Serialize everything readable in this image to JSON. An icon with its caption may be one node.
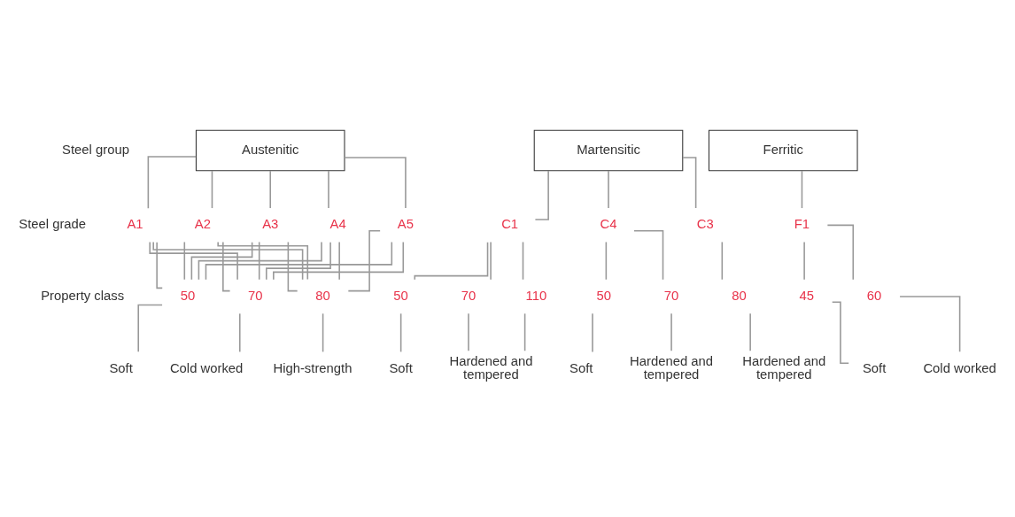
{
  "diagram": {
    "nodes": [
      {
        "text": [
          "Austenitic"
        ]
      },
      {
        "text": [
          "Martensitic"
        ]
      },
      {
        "text": [
          "Ferritic"
        ]
      },
      {
        "text": [
          "A1"
        ]
      },
      {
        "text": [
          "A2"
        ]
      },
      {
        "text": [
          "A3"
        ]
      },
      {
        "text": [
          "A4"
        ]
      },
      {
        "text": [
          "A5"
        ]
      },
      {
        "text": [
          "C1"
        ]
      },
      {
        "text": [
          "C4"
        ]
      },
      {
        "text": [
          "C3"
        ]
      },
      {
        "text": [
          "F1"
        ]
      },
      {
        "text": [
          "50"
        ]
      },
      {
        "text": [
          "70"
        ]
      },
      {
        "text": [
          "80"
        ]
      },
      {
        "text": [
          "50"
        ]
      },
      {
        "text": [
          "70"
        ]
      },
      {
        "text": [
          "110"
        ]
      },
      {
        "text": [
          "50"
        ]
      },
      {
        "text": [
          "70"
        ]
      },
      {
        "text": [
          "80"
        ]
      },
      {
        "text": [
          "45"
        ]
      },
      {
        "text": [
          "60"
        ]
      },
      {
        "text": [
          "Soft"
        ]
      },
      {
        "text": [
          "Cold worked"
        ]
      },
      {
        "text": [
          "High-strength"
        ]
      },
      {
        "text": [
          "Soft"
        ]
      },
      {
        "text": [
          "Hardened and tempered"
        ]
      },
      {
        "text": [
          "Soft"
        ]
      },
      {
        "text": [
          "Hardened and tempered"
        ]
      },
      {
        "text": [
          "Hardened and tempered"
        ]
      },
      {
        "text": [
          "Soft"
        ]
      },
      {
        "text": [
          "Cold worked"
        ]
      }
    ],
    "edges": [
      {
        "from": 0,
        "to": 3,
        "arrow": "none"
      },
      {
        "from": 0,
        "to": 4,
        "arrow": "none"
      },
      {
        "from": 0,
        "to": 5,
        "arrow": "none"
      },
      {
        "from": 0,
        "to": 6,
        "arrow": "none"
      },
      {
        "from": 0,
        "to": 7,
        "arrow": "none"
      },
      {
        "from": 3,
        "to": 12,
        "arrow": "none"
      },
      {
        "from": 3,
        "to": 13,
        "arrow": "none"
      },
      {
        "from": 3,
        "to": 14,
        "arrow": "none"
      },
      {
        "from": 4,
        "to": 12,
        "arrow": "none"
      },
      {
        "from": 4,
        "to": 13,
        "arrow": "none"
      },
      {
        "from": 4,
        "to": 14,
        "arrow": "none"
      },
      {
        "from": 5,
        "to": 12,
        "arrow": "none"
      },
      {
        "from": 5,
        "to": 13,
        "arrow": "none"
      },
      {
        "from": 5,
        "to": 14,
        "arrow": "none"
      },
      {
        "from": 6,
        "to": 12,
        "arrow": "none"
      },
      {
        "from": 6,
        "to": 13,
        "arrow": "none"
      },
      {
        "from": 6,
        "to": 14,
        "arrow": "none"
      },
      {
        "from": 7,
        "to": 12,
        "arrow": "none"
      },
      {
        "from": 7,
        "to": 13,
        "arrow": "none"
      },
      {
        "from": 7,
        "to": 14,
        "arrow": "none"
      },
      {
        "from": 1,
        "to": 8,
        "arrow": "none"
      },
      {
        "from": 1,
        "to": 9,
        "arrow": "none"
      },
      {
        "from": 1,
        "to": 10,
        "arrow": "none"
      },
      {
        "from": 2,
        "to": 11,
        "arrow": "none"
      },
      {
        "from": 8,
        "to": 15,
        "arrow": "none"
      },
      {
        "from": 8,
        "to": 16,
        "arrow": "none"
      },
      {
        "from": 8,
        "to": 17,
        "arrow": "none"
      },
      {
        "from": 9,
        "to": 18,
        "arrow": "none"
      },
      {
        "from": 9,
        "to": 19,
        "arrow": "none"
      },
      {
        "from": 10,
        "to": 20,
        "arrow": "none"
      },
      {
        "from": 11,
        "to": 21,
        "arrow": "none"
      },
      {
        "from": 11,
        "to": 22,
        "arrow": "none"
      },
      {
        "from": 12,
        "to": 23,
        "arrow": "none"
      },
      {
        "from": 13,
        "to": 24,
        "arrow": "none"
      },
      {
        "from": 14,
        "to": 25,
        "arrow": "none"
      },
      {
        "from": 15,
        "to": 26,
        "arrow": "none"
      },
      {
        "from": 16,
        "to": 27,
        "arrow": "none"
      },
      {
        "from": 17,
        "to": 27,
        "arrow": "none"
      },
      {
        "from": 18,
        "to": 28,
        "arrow": "none"
      },
      {
        "from": 19,
        "to": 29,
        "arrow": "none"
      },
      {
        "from": 20,
        "to": 30,
        "arrow": "none"
      },
      {
        "from": 21,
        "to": 31,
        "arrow": "none"
      },
      {
        "from": 22,
        "to": 32,
        "arrow": "none"
      }
    ],
    "labels": [
      "Steel group",
      "Steel grade",
      "Property class"
    ]
  }
}
